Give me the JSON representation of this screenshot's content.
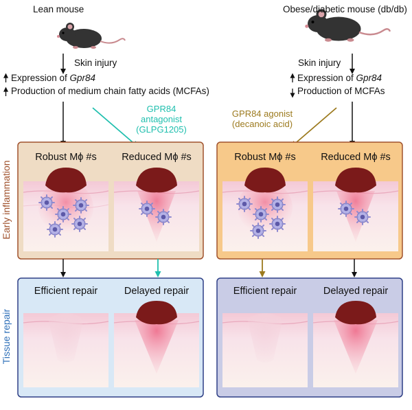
{
  "lean": {
    "title": "Lean mouse",
    "injury": "Skin injury",
    "line1_prefix": "Expression of ",
    "line1_gene": "Gpr84",
    "line2": "Production of medium chain fatty acids (MCFAs)"
  },
  "obese": {
    "title": "Obese/diabetic mouse (db/db)",
    "injury": "Skin injury",
    "line1_prefix": "Expression of ",
    "line1_gene": "Gpr84",
    "line2": "Production of MCFAs"
  },
  "antagonist": {
    "line1": "GPR84",
    "line2": "antagonist",
    "line3": "(GLPG1205)",
    "color": "#1fbfae"
  },
  "agonist": {
    "line1": "GPR84 agonist",
    "line2": "(decanoic acid)",
    "color": "#9c7a1e"
  },
  "side_labels": {
    "early": "Early inflammation",
    "repair": "Tissue repair"
  },
  "panels": {
    "early_left_a": "Robust Mϕ #s",
    "early_left_b": "Reduced Mϕ #s",
    "early_right_a": "Robust Mϕ #s",
    "early_right_b": "Reduced Mϕ #s",
    "repair_left_a": "Efficient repair",
    "repair_left_b": "Delayed repair",
    "repair_right_a": "Efficient repair",
    "repair_right_b": "Delayed repair"
  },
  "colors": {
    "early_left_box": "#efdcc4",
    "early_right_box": "#f7c98a",
    "early_border": "#a0522d",
    "repair_left_box": "#d8e8f6",
    "repair_right_box": "#c9cce6",
    "repair_border": "#2e3f85",
    "scab": "#7b1a1a",
    "macrophage": "#a9a6de"
  }
}
